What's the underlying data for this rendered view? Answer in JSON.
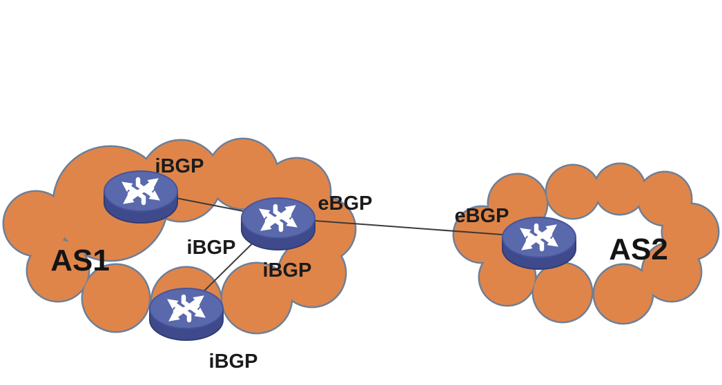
{
  "diagram": {
    "type": "bgp-network-topology",
    "clouds": [
      {
        "id": "as1",
        "label": "AS1"
      },
      {
        "id": "as2",
        "label": "AS2"
      }
    ],
    "session_labels": {
      "ibgp_top": "iBGP",
      "ibgp_center_left": "iBGP",
      "ibgp_center_right": "iBGP",
      "ibgp_bottom": "iBGP",
      "ebgp_as1": "eBGP",
      "ebgp_as2": "eBGP"
    },
    "icons": {
      "router": "crossed-arrows-router-icon"
    },
    "links": [
      {
        "from": "as1-top-router",
        "to": "as1-border-router",
        "type": "iBGP"
      },
      {
        "from": "as1-bottom-router",
        "to": "as1-border-router",
        "type": "iBGP"
      },
      {
        "from": "as1-border-router",
        "to": "as2-router",
        "type": "eBGP"
      }
    ],
    "colors": {
      "cloud_fill": "#E0854A",
      "cloud_outline": "#6D7F96",
      "router_top": "#5A68AC",
      "router_side": "#3E4A8C",
      "link": "#3A3A3A",
      "label_text": "#1B1B1B"
    }
  }
}
